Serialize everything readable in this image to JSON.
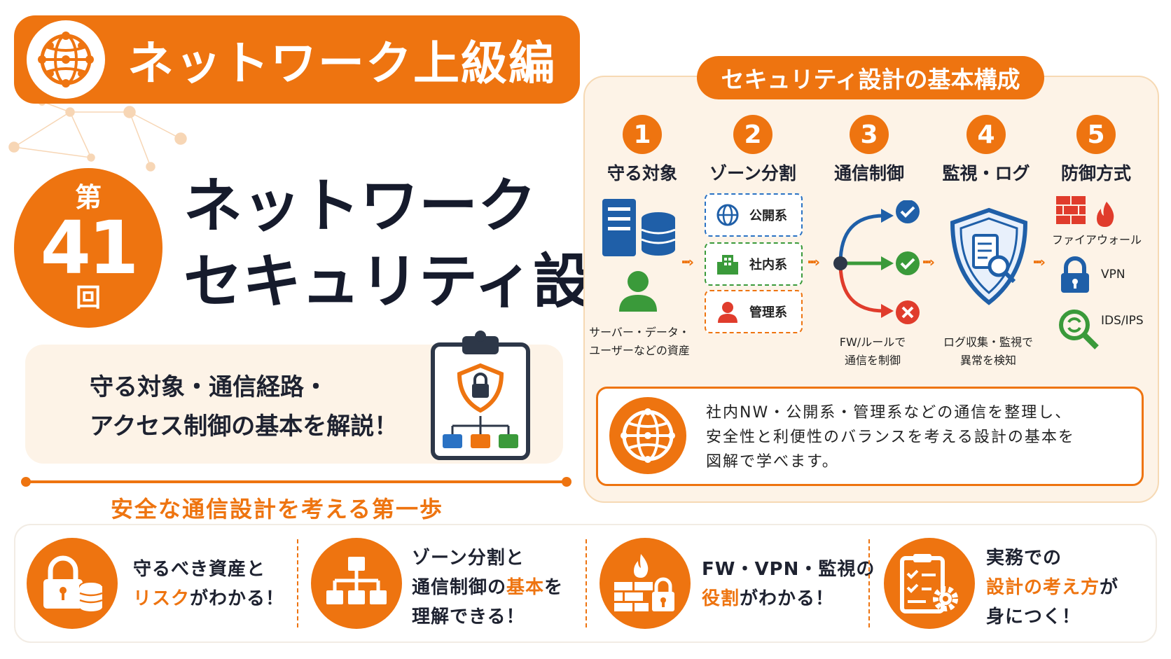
{
  "header": {
    "series_title": "ネットワーク上級編",
    "icon": "globe-network-icon"
  },
  "episode": {
    "top": "第",
    "number": "41",
    "bottom": "回"
  },
  "main_title": {
    "line1": "ネットワーク",
    "line2": "セキュリティ設計"
  },
  "subtitle": {
    "line1": "守る対象・通信経路・",
    "line2": "アクセス制御の基本を解説！",
    "icon": "clipboard-shield-icon"
  },
  "tagline": "安全な通信設計を考える第一歩",
  "right_panel": {
    "title": "セキュリティ設計の基本構成",
    "steps": [
      {
        "num": "1",
        "label": "守る対象"
      },
      {
        "num": "2",
        "label": "ゾーン分割"
      },
      {
        "num": "3",
        "label": "通信制御"
      },
      {
        "num": "4",
        "label": "監視・ログ"
      },
      {
        "num": "5",
        "label": "防御方式"
      }
    ],
    "assets": {
      "line1": "サーバー・データ・",
      "line2": "ユーザーなどの資産"
    },
    "zones": [
      "公開系",
      "社内系",
      "管理系"
    ],
    "control": {
      "line1": "FW/ルールで",
      "line2": "通信を制御"
    },
    "monitor": {
      "line1": "ログ収集・監視で",
      "line2": "異常を検知"
    },
    "defense": [
      "ファイアウォール",
      "VPN",
      "IDS/IPS"
    ],
    "summary": [
      "社内NW・公開系・管理系などの通信を整理し、",
      "安全性と利便性のバランスを考える設計の基本を",
      "図解で学べます。"
    ]
  },
  "benefits": [
    {
      "icon": "lock-database-icon",
      "l1": "守るべき資産と",
      "l2a": "リスク",
      "l2b": "がわかる！"
    },
    {
      "icon": "network-hierarchy-icon",
      "l1": "ゾーン分割と",
      "l2a": "通信制御の",
      "l2b": "基本",
      "l2c": "を",
      "l3": "理解できる！"
    },
    {
      "icon": "firewall-lock-icon",
      "l1": "FW・VPN・監視の",
      "l2a": "役割",
      "l2b": "がわかる！"
    },
    {
      "icon": "checklist-gear-icon",
      "l1": "実務での",
      "l2a": "設計の考え方",
      "l2b": "が",
      "l3": "身につく！"
    }
  ],
  "colors": {
    "accent": "#ee7410",
    "panel_bg": "#fdf3e7",
    "text": "#1e2230",
    "blue": "#1f5fa8",
    "green": "#3a9a3a",
    "red": "#e03c2c"
  }
}
